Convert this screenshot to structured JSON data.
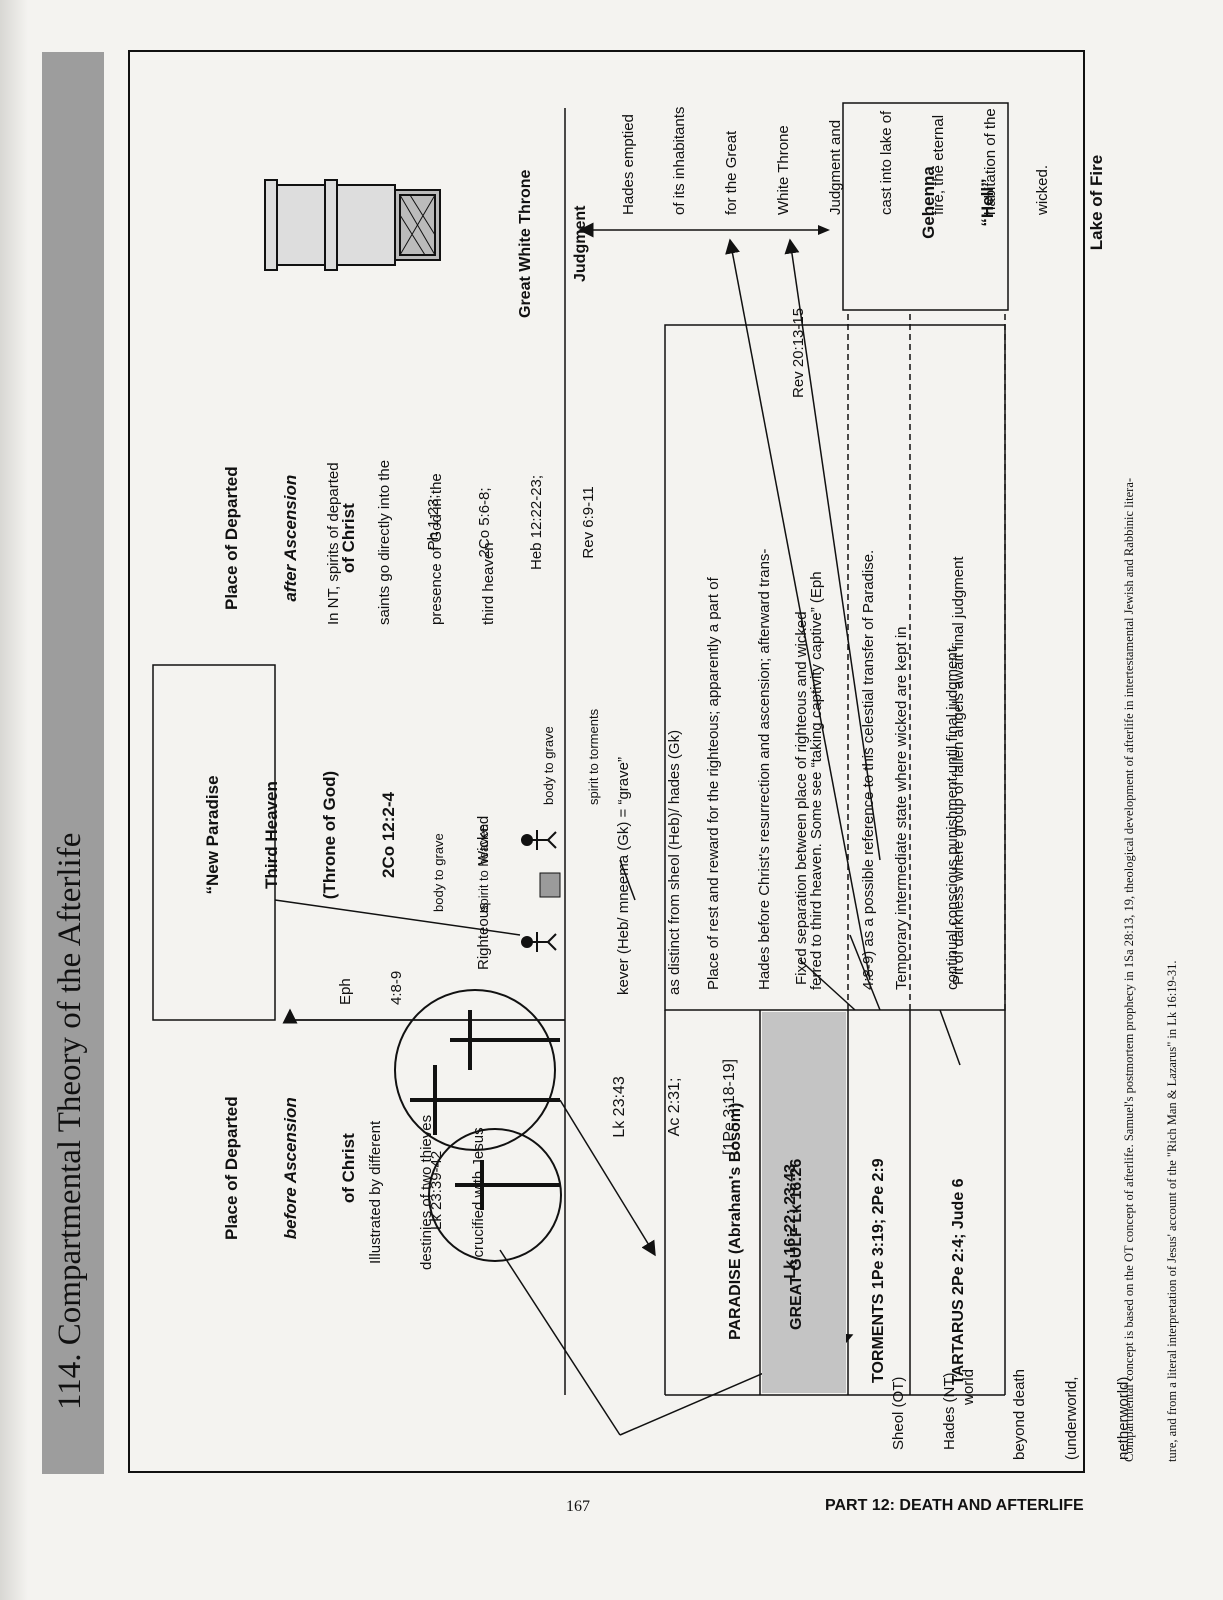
{
  "page": {
    "title": "114. Compartmental Theory of the Afterlife",
    "number": "167",
    "footer": "PART 12: DEATH AND AFTERLIFE",
    "caption": [
      "Compartmental concept is based on the OT concept of afterlife. Samuel's postmortem prophecy in 1Sa 28:13, 19, theological development of afterlife in intertestamental Jewish and Rabbinic litera-",
      "ture, and from a literal interpretation of Jesus' account of the \"Rich Man & Lazarus\" in Lk 16:19-31."
    ]
  },
  "before_ascension": {
    "heading": [
      "Place of Departed",
      "before Ascension",
      "of Christ"
    ],
    "illustration": [
      "Illustrated by different",
      "destinies of two thieves",
      "crucified with Jesus"
    ],
    "ref": "Lk 23:39-42"
  },
  "cross_refs": [
    "Lk 23:43",
    "Ac 2:31;",
    "[1Pe 3:18-19]"
  ],
  "eph_ref": [
    "Eph",
    "4:8-9"
  ],
  "new_paradise": [
    "“New Paradise",
    "Third Heaven",
    "(Throne of God)",
    "2Co 12:2-4"
  ],
  "after_ascension": {
    "heading": [
      "Place of Departed",
      "after Ascension",
      "of Christ"
    ],
    "description": [
      "In NT, spirits of departed",
      "saints go directly into the",
      "presence of God in the",
      "third heaven"
    ],
    "refs": [
      "Ph 1:23;",
      "2Co 5:6-8;",
      "Heb 12:22-23;",
      "Rev 6:9-11"
    ]
  },
  "great_white_throne": {
    "heading": [
      "Great White Throne",
      "Judgment"
    ],
    "description": [
      "Hades emptied",
      "of its inhabitants",
      "for the Great",
      "White Throne",
      "Judgment and",
      "cast into lake of",
      "fire, the eternal",
      "habitation of the",
      "wicked."
    ],
    "ref": "Rev 20:13-15"
  },
  "grave": {
    "righteous_label": "Righteous",
    "wicked_label": "Wicked",
    "righteous_fate": [
      "body to grave",
      "spirit to heaven"
    ],
    "wicked_fate": [
      "body to grave",
      "spirit to torments"
    ],
    "kever_line1": "kever (Heb/ mneema (Gk) = “grave”",
    "kever_line2": "as distinct from sheol (Heb)/ hades (Gk)"
  },
  "descriptions": {
    "paradise": [
      "Place of rest and reward for the righteous; apparently a part of",
      "Hades before Christ's resurrection and ascension; afterward trans-",
      "ferred to third heaven. Some see “taking captivity captive” (Eph",
      "4:8-9) as a possible reference to this celestial transfer of Paradise."
    ],
    "gulf": "Fixed separation between place of righteous and wicked",
    "torments": [
      "Temporary intermediate state where wicked are kept in",
      "continual conscious punishment until final judgment"
    ],
    "tartarus": "Pit of darkness where group of fallen angels await final judgment"
  },
  "compartments": {
    "paradise": [
      "PARADISE (Abraham's Bosom)",
      "Lk 16:22; 23:43"
    ],
    "gulf": "GREAT GULF  Lk 16:26",
    "torments": "TORMENTS  1Pe 3:19; 2Pe 2:9",
    "tartarus": "TARTARUS  2Pe 2:4; Jude 6"
  },
  "sheol_label": [
    "Sheol (OT)",
    "Hades (NT)"
  ],
  "world_label": [
    "world",
    "beyond death",
    "(underworld,",
    "netherworld)"
  ],
  "gehenna": [
    "Gehenna",
    "“Hell”",
    "",
    "Lake of Fire"
  ],
  "colors": {
    "band": "#9d9d9d",
    "gulf": "#c4c4c4",
    "ink": "#111111",
    "paper": "#f4f3f0"
  }
}
